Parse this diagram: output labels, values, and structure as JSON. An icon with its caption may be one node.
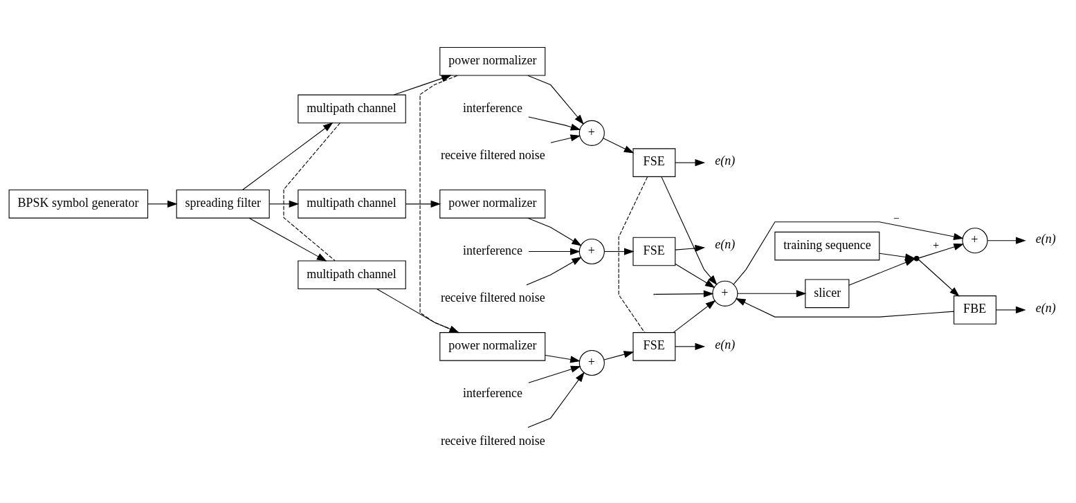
{
  "diagram": {
    "nodes": [
      {
        "text": [
          "BPSK symbol generator"
        ]
      },
      {
        "text": [
          "spreading filter"
        ]
      },
      {
        "text": [
          "multipath channel"
        ]
      },
      {
        "text": [
          "power normalizer"
        ]
      },
      {
        "text": [
          "interference"
        ]
      },
      {
        "text": [
          "+"
        ]
      },
      {
        "text": [
          "receive filtered noise"
        ]
      },
      {
        "text": [
          "FSE"
        ]
      },
      {
        "text": [
          "e(n)"
        ]
      },
      {
        "text": [
          "multipath channel"
        ]
      },
      {
        "text": [
          "power normalizer"
        ]
      },
      {
        "text": [
          "interference"
        ]
      },
      {
        "text": [
          "+"
        ]
      },
      {
        "text": [
          "receive filtered noise"
        ]
      },
      {
        "text": [
          "FSE"
        ]
      },
      {
        "text": [
          "e(n)"
        ]
      },
      {
        "text": [
          "multipath channel"
        ]
      },
      {
        "text": [
          "power normalizer"
        ]
      },
      {
        "text": [
          "interference"
        ]
      },
      {
        "text": [
          "+"
        ]
      },
      {
        "text": [
          "receive filtered noise"
        ]
      },
      {
        "text": [
          "FSE"
        ]
      },
      {
        "text": [
          "e(n)"
        ]
      },
      {
        "text": [
          "+"
        ]
      },
      {
        "text": [
          "training sequence"
        ]
      },
      {
        "text": [
          "slicer"
        ]
      },
      {
        "text": [],
        "shape": "switch"
      },
      {
        "text": [
          "+"
        ]
      },
      {
        "text": [
          "e(n)"
        ]
      },
      {
        "text": [
          "FBE"
        ]
      },
      {
        "text": [
          "e(n)"
        ]
      }
    ],
    "edges": [
      {
        "from": 0,
        "to": 1,
        "arrow": "to"
      },
      {
        "from": 1,
        "to": 2,
        "arrow": "to"
      },
      {
        "from": 1,
        "to": 9,
        "arrow": "to"
      },
      {
        "from": 1,
        "to": 16,
        "arrow": "to"
      },
      {
        "from": 2,
        "to": 3,
        "arrow": "to"
      },
      {
        "from": 3,
        "to": 5,
        "arrow": "to"
      },
      {
        "from": 4,
        "to": 5,
        "arrow": "to"
      },
      {
        "from": 6,
        "to": 5,
        "arrow": "to"
      },
      {
        "from": 5,
        "to": 7,
        "arrow": "to"
      },
      {
        "from": 7,
        "to": 8,
        "arrow": "to"
      },
      {
        "from": 9,
        "to": 10,
        "arrow": "to"
      },
      {
        "from": 10,
        "to": 12,
        "arrow": "to"
      },
      {
        "from": 11,
        "to": 12,
        "arrow": "to"
      },
      {
        "from": 13,
        "to": 12,
        "arrow": "to"
      },
      {
        "from": 12,
        "to": 14,
        "arrow": "to"
      },
      {
        "from": 14,
        "to": 15,
        "arrow": "to"
      },
      {
        "from": 16,
        "to": 17,
        "arrow": "to"
      },
      {
        "from": 17,
        "to": 19,
        "arrow": "to"
      },
      {
        "from": 18,
        "to": 19,
        "arrow": "to"
      },
      {
        "from": 20,
        "to": 19,
        "arrow": "to"
      },
      {
        "from": 19,
        "to": 21,
        "arrow": "to"
      },
      {
        "from": 21,
        "to": 22,
        "arrow": "to"
      },
      {
        "from": 7,
        "to": 23,
        "arrow": "to"
      },
      {
        "from": 14,
        "to": 23,
        "arrow": "to"
      },
      {
        "from": 21,
        "to": 23,
        "arrow": "to"
      },
      {
        "from": null,
        "to": 23,
        "arrow": "to"
      },
      {
        "from": 29,
        "to": 23,
        "arrow": "to"
      },
      {
        "from": 23,
        "to": 25,
        "arrow": "to"
      },
      {
        "from": 23,
        "to": 27,
        "arrow": "to",
        "label": "−"
      },
      {
        "from": 25,
        "to": 26,
        "arrow": "to"
      },
      {
        "from": 24,
        "to": 26,
        "arrow": "to"
      },
      {
        "from": 26,
        "to": 27,
        "arrow": "to",
        "label": "+"
      },
      {
        "from": 26,
        "to": 29,
        "arrow": "to"
      },
      {
        "from": 27,
        "to": 28,
        "arrow": "to"
      },
      {
        "from": 29,
        "to": 30,
        "arrow": "to"
      },
      {
        "from": 9,
        "to": 16,
        "arrow": "none",
        "style": "dashed"
      },
      {
        "from": 10,
        "to": 17,
        "arrow": "none",
        "style": "dashed"
      },
      {
        "from": 14,
        "to": 21,
        "arrow": "none",
        "style": "dashed"
      }
    ]
  }
}
